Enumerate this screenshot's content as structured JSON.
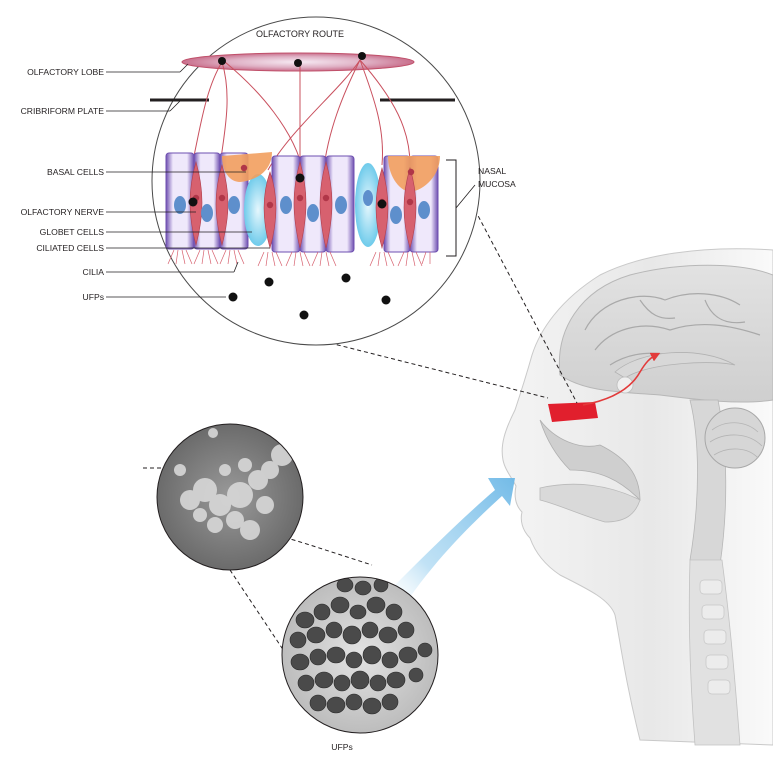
{
  "top_inset": {
    "title": "OLFACTORY ROUTE",
    "labels": {
      "olfactory_lobe": "OLFACTORY LOBE",
      "cribriform_plate": "CRIBRIFORM PLATE",
      "basal_cells": "BASAL CELLS",
      "olfactory_nerve": "OLFACTORY NERVE",
      "globet_cells": "GLOBET CELLS",
      "ciliated_cells": "CILIATED CELLS",
      "cilia": "CILIA",
      "ufps": "UFPs"
    },
    "nasal_mucosa": [
      "NASAL",
      "MUCOSA"
    ]
  },
  "bottom_label": "UFPs",
  "colors": {
    "route_red": "#e23a3a",
    "cell_purple": "#8f6fc4",
    "goblet_blue": "#7fd3ee",
    "basal_orange": "#f29e5e",
    "neuron_red": "#c9505e",
    "nucleus_blue": "#5e8fcc",
    "airflow_blue": "#8ec9ec"
  }
}
